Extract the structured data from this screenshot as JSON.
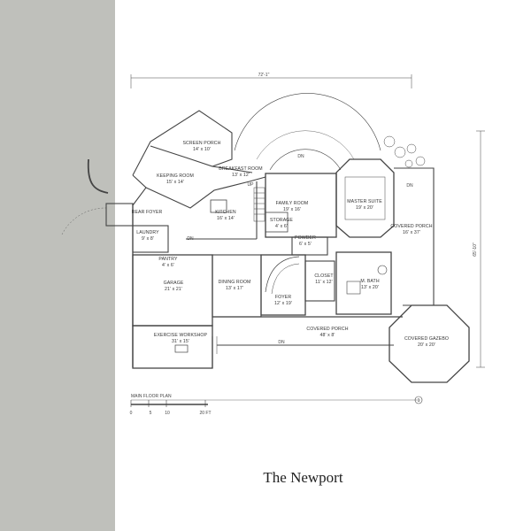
{
  "title": "The Newport",
  "plan_label": "MAIN FLOOR PLAN",
  "scale": {
    "ticks": [
      "0",
      "5",
      "10",
      "20 FT"
    ]
  },
  "dimensions": {
    "overall_width": "72'-1\"",
    "overall_depth": "65'-10\""
  },
  "rooms": {
    "screen_porch": {
      "name": "SCREEN PORCH",
      "size": "14' x 10'"
    },
    "keeping_room": {
      "name": "KEEPING ROOM",
      "size": "15' x 14'"
    },
    "breakfast_room": {
      "name": "BREAKFAST ROOM",
      "size": "13' x 12'"
    },
    "rear_foyer": {
      "name": "REAR FOYER"
    },
    "kitchen": {
      "name": "KITCHEN",
      "size": "16' x 14'"
    },
    "laundry": {
      "name": "LAUNDRY",
      "size": "9' x 8'"
    },
    "pantry": {
      "name": "PANTRY",
      "size": "4' x 6'"
    },
    "garage": {
      "name": "GARAGE",
      "size": "21' x 21'"
    },
    "exercise": {
      "name": "EXERCISE WORKSHOP",
      "size": "31' x 15'"
    },
    "dining": {
      "name": "DINING ROOM",
      "size": "13' x 17'"
    },
    "family": {
      "name": "FAMILY ROOM",
      "size": "19' x 16'"
    },
    "storage": {
      "name": "STORAGE",
      "size": "4' x 6'"
    },
    "powder": {
      "name": "POWDER",
      "size": "6' x 5'"
    },
    "foyer": {
      "name": "FOYER",
      "size": "12' x 19'"
    },
    "closet": {
      "name": "CLOSET",
      "size": "11' x 12'"
    },
    "master_suite": {
      "name": "MASTER SUITE",
      "size": "19' x 20'"
    },
    "master_bath": {
      "name": "M. BATH",
      "size": "13' x 20'"
    },
    "covered_porch_side": {
      "name": "COVERED PORCH",
      "size": "16' x 37'"
    },
    "covered_porch_front": {
      "name": "COVERED PORCH",
      "size": "48' x 8'"
    },
    "covered_gazebo": {
      "name": "COVERED GAZEBO",
      "size": "20' x 20'"
    }
  },
  "marks": {
    "up": "UP",
    "dn": "DN",
    "dn2": "DN",
    "dn3": "DN",
    "dn4": "DN",
    "north": "1"
  }
}
